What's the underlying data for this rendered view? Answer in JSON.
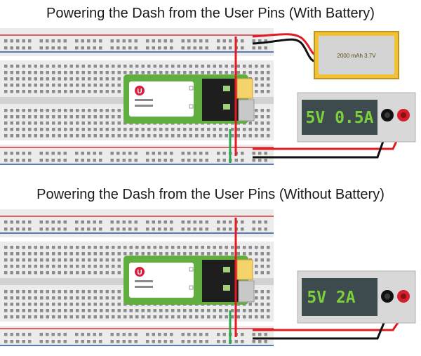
{
  "diagrams": [
    {
      "title": "Powering the Dash from the User Pins (With Battery)",
      "supply_reading": "5V 0.5A",
      "battery_label": "2000 mAh 3.7V",
      "has_battery": true
    },
    {
      "title": "Powering the Dash from the User Pins (Without Battery)",
      "supply_reading": "5V 2A",
      "has_battery": false
    }
  ],
  "board": {
    "logo_letter": "U",
    "logo_color": "#d61f3c",
    "pcb_color": "#5fae3f"
  },
  "colors": {
    "red_wire": "#e21b23",
    "black_wire": "#111111",
    "green_wire": "#27a84a",
    "blue_rail": "#2b4fa8",
    "red_rail": "#d9333a",
    "supply_body": "#d8d8d8",
    "lcd_bg": "#3d4a4e",
    "battery_body": "#f2c12e"
  }
}
